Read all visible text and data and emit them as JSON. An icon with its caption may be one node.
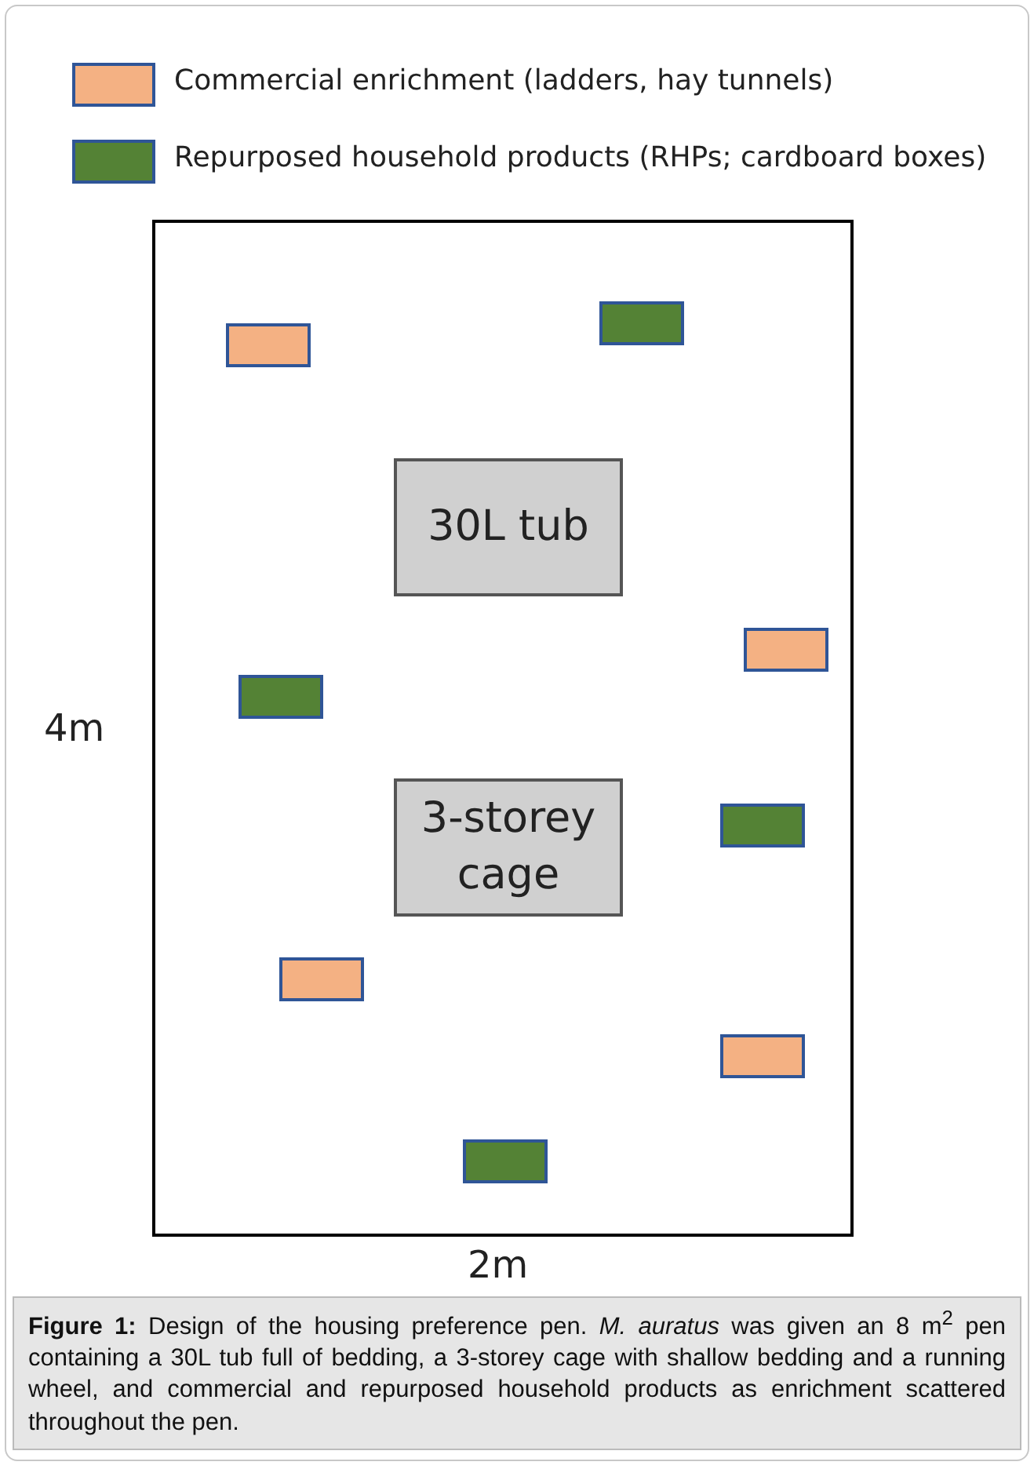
{
  "diagram": {
    "caption": "**Figure 1:** Design of the housing preference pen. *M. auratus* was given an 8 m$^{2}$ pen containing a 30L tub full of bedding, a 3-storey cage with shallow bedding and a running wheel, and commercial and repurposed household products as enrichment scattered throughout the pen.",
    "nodes": [
      {
        "text": [],
        "shape": "box"
      },
      {
        "text": [
          "30L tub"
        ],
        "in": 0
      },
      {
        "text": [
          "3-storey cage"
        ],
        "in": 0
      },
      {
        "text": [],
        "shape": "box",
        "in": 0
      },
      {
        "text": [],
        "shape": "box",
        "in": 0
      },
      {
        "text": [],
        "shape": "box",
        "in": 0
      },
      {
        "text": [],
        "shape": "box",
        "in": 0
      },
      {
        "text": [],
        "shape": "box",
        "in": 0
      },
      {
        "text": [],
        "shape": "box",
        "in": 0
      },
      {
        "text": [],
        "shape": "box",
        "in": 0
      },
      {
        "text": [],
        "shape": "box",
        "in": 0
      }
    ],
    "edges": [],
    "labels": [
      "4m",
      "2m"
    ],
    "legend": [
      {
        "text": "Commercial enrichment (ladders, hay tunnels)",
        "color": "#f4b183"
      },
      {
        "text": "Repurposed household products (RHPs; cardboard boxes)",
        "color": "#548235"
      }
    ]
  }
}
